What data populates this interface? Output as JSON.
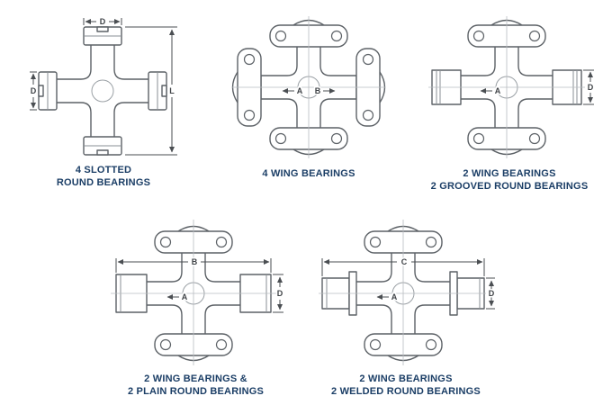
{
  "page": {
    "background": "#ffffff"
  },
  "colors": {
    "line": "#5c6166",
    "centerline": "#b8bcc0",
    "caption": "#1b3e66",
    "dimension_text": "#3f4347"
  },
  "diagrams": [
    {
      "name": "4-slotted-round-bearings",
      "caption_line1": "4 SLOTTED",
      "caption_line2": "ROUND BEARINGS",
      "dims": {
        "top": "D",
        "left": "D",
        "right": "L"
      }
    },
    {
      "name": "4-wing-bearings",
      "caption_line1": "4 WING BEARINGS",
      "caption_line2": "",
      "dims": {
        "a": "A",
        "b": "B"
      }
    },
    {
      "name": "2-wing-2-grooved-round-bearings",
      "caption_line1": "2 WING BEARINGS",
      "caption_line2": "2 GROOVED ROUND BEARINGS",
      "dims": {
        "a": "A",
        "d": "D"
      }
    },
    {
      "name": "2-wing-2-plain-round-bearings",
      "caption_line1": "2 WING BEARINGS &",
      "caption_line2": "2 PLAIN ROUND BEARINGS",
      "dims": {
        "a": "A",
        "b": "B",
        "d": "D"
      }
    },
    {
      "name": "2-wing-2-welded-round-bearings",
      "caption_line1": "2 WING BEARINGS",
      "caption_line2": "2 WELDED ROUND BEARINGS",
      "dims": {
        "a": "A",
        "c": "C",
        "d": "D"
      }
    }
  ]
}
